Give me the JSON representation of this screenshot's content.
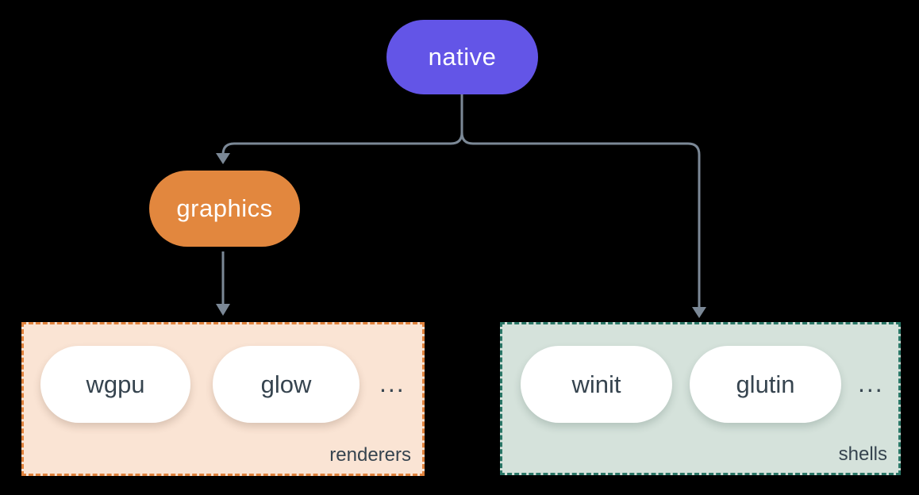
{
  "diagram": {
    "background": "#000000",
    "connector_color": "#7b8896",
    "item_text_color": "#36444f",
    "nodes": {
      "native": {
        "label": "native",
        "color": "#6355e7",
        "text_color": "#ffffff"
      },
      "graphics": {
        "label": "graphics",
        "color": "#e2873e",
        "text_color": "#ffffff"
      }
    },
    "groups": {
      "renderers": {
        "label": "renderers",
        "bg": "#fae4d4",
        "border": "#e0823c",
        "items": [
          "wgpu",
          "glow"
        ],
        "ellipsis": "..."
      },
      "shells": {
        "label": "shells",
        "bg": "#d5e2db",
        "border": "#2a7767",
        "items": [
          "winit",
          "glutin"
        ],
        "ellipsis": "..."
      }
    }
  }
}
